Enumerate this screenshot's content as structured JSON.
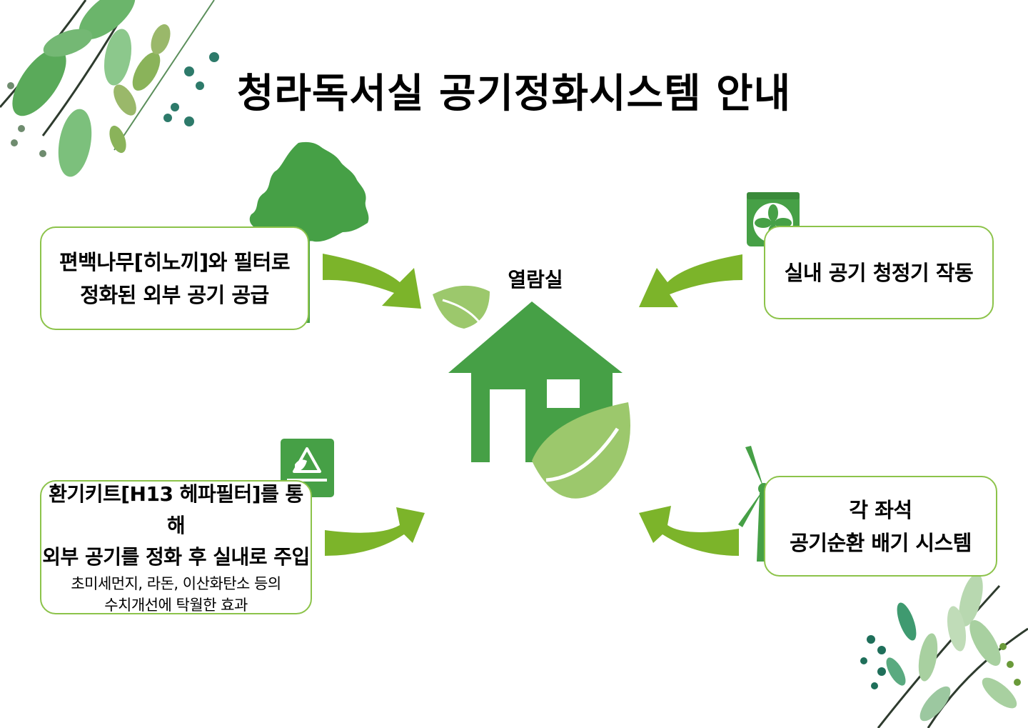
{
  "title": "청라독서실 공기정화시스템 안내",
  "center": {
    "label": "열람실"
  },
  "boxes": {
    "top_left": {
      "line1": "편백나무[히노끼]와 필터로",
      "line2": "정화된 외부 공기 공급"
    },
    "top_right": {
      "line1": "실내 공기 청정기 작동"
    },
    "bottom_left": {
      "line1": "환기키트[H13 헤파필터]를 통해",
      "line2": "외부 공기를 정화 후 실내로 주입",
      "note1": "초미세먼지, 라돈, 이산화탄소 등의",
      "note2": "수치개선에 탁월한 효과"
    },
    "bottom_right": {
      "line1": "각 좌석",
      "line2": "공기순환 배기 시스템"
    }
  },
  "colors": {
    "dark_green": "#46a046",
    "arrow_green": "#7cb42a",
    "light_green": "#9cc86c",
    "box_border": "#8cc34a"
  },
  "icons": [
    "tree-icon",
    "fan-icon",
    "recycle-icon",
    "wind-turbine-icon",
    "house-icon",
    "leaf-icon"
  ]
}
